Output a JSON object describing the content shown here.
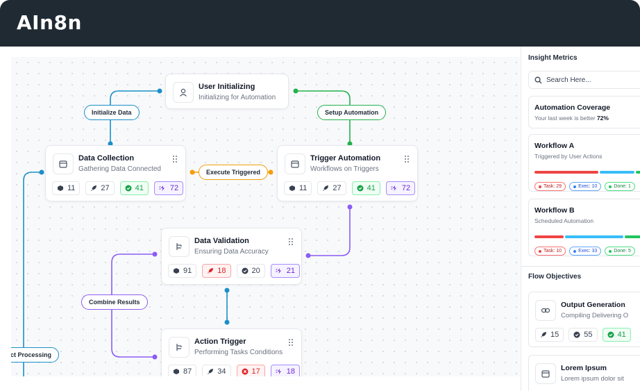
{
  "app": {
    "brand": "AIn8n"
  },
  "colors": {
    "blue": "#1a8fc8",
    "green": "#22b14c",
    "orange": "#f59e0b",
    "purple": "#8b5cf6"
  },
  "canvas": {
    "nodes": [
      {
        "id": "user",
        "title": "User Initializing",
        "subtitle": "Initializing for Automation",
        "icon": "user-icon"
      },
      {
        "id": "collect",
        "title": "Data Collection",
        "subtitle": "Gathering Data Connected",
        "icon": "calendar-icon",
        "badges": [
          {
            "icon": "cube-icon",
            "value": "11"
          },
          {
            "icon": "rocket-icon",
            "value": "27"
          },
          {
            "icon": "check-circle-icon",
            "value": "41"
          },
          {
            "icon": "bolt-list-icon",
            "value": "72"
          }
        ]
      },
      {
        "id": "trigger",
        "title": "Trigger Automation",
        "subtitle": "Workflows on Triggers",
        "icon": "calendar-icon",
        "badges": [
          {
            "icon": "cube-icon",
            "value": "11"
          },
          {
            "icon": "rocket-icon",
            "value": "27"
          },
          {
            "icon": "check-circle-icon",
            "value": "41"
          },
          {
            "icon": "bolt-list-icon",
            "value": "72"
          }
        ]
      },
      {
        "id": "validation",
        "title": "Data Validation",
        "subtitle": "Ensuring Data Accuracy",
        "icon": "branch-icon",
        "badges": [
          {
            "icon": "cube-icon",
            "value": "91"
          },
          {
            "icon": "rocket-icon",
            "value": "18"
          },
          {
            "icon": "check-circle-icon",
            "value": "20"
          },
          {
            "icon": "bolt-list-icon",
            "value": "21"
          }
        ]
      },
      {
        "id": "action",
        "title": "Action Trigger",
        "subtitle": "Performing Tasks Conditions",
        "icon": "branch-icon",
        "badges": [
          {
            "icon": "cube-icon",
            "value": "87"
          },
          {
            "icon": "rocket-icon",
            "value": "34"
          },
          {
            "icon": "x-circle-icon",
            "value": "17"
          },
          {
            "icon": "bolt-list-icon",
            "value": "18"
          }
        ]
      }
    ],
    "connectors": {
      "initialize_data": "Initialize Data",
      "setup_automation": "Setup Automation",
      "execute_triggered": "Execute Triggered",
      "combine_results": "Combine Results",
      "direct_processing": "ct Processing"
    }
  },
  "panel": {
    "insight_title": "Insight Metrics",
    "search_placeholder": "Search Here...",
    "coverage": {
      "title": "Automation Coverage",
      "subtitle": "Your last week is better ",
      "value": "72%"
    },
    "workflows": [
      {
        "title": "Workflow A",
        "subtitle": "Triggered by User Actions",
        "task": "Task: 29",
        "exec": "Exec: 10",
        "done": "Done: 1"
      },
      {
        "title": "Workflow B",
        "subtitle": "Scheduled Automation",
        "task": "Task: 10",
        "exec": "Exec: 33",
        "done": "Done: 5"
      }
    ],
    "objectives_title": "Flow Objectives",
    "objectives": [
      {
        "title": "Output Generation",
        "subtitle": "Compiling Delivering O",
        "icon": "link-icon",
        "badges": [
          {
            "icon": "rocket-icon",
            "value": "15"
          },
          {
            "icon": "check-circle-icon",
            "value": "55"
          },
          {
            "icon": "check-circle-icon",
            "value": "41"
          }
        ]
      },
      {
        "title": "Lorem Ipsum",
        "subtitle": "Lorem ipsum dolor sit",
        "icon": "calendar-icon"
      }
    ]
  }
}
